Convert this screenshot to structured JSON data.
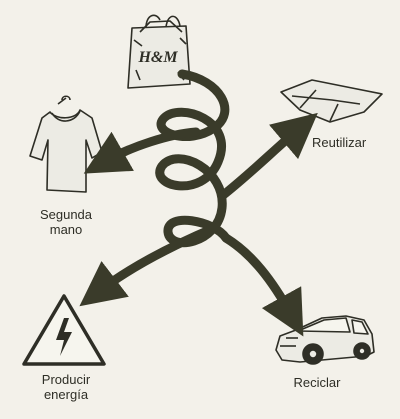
{
  "diagram": {
    "bag_brand": "H&M",
    "outcomes": {
      "reutilizar": {
        "label": "Reutilizar"
      },
      "segunda_mano": {
        "line1": "Segunda",
        "line2": "mano"
      },
      "producir_energia": {
        "line1": "Producir",
        "line2": "energía"
      },
      "reciclar": {
        "label": "Reciclar"
      }
    },
    "colors": {
      "background": "#f3f1ea",
      "arrow": "#3a3b2a",
      "ink": "#2e2e26"
    }
  }
}
